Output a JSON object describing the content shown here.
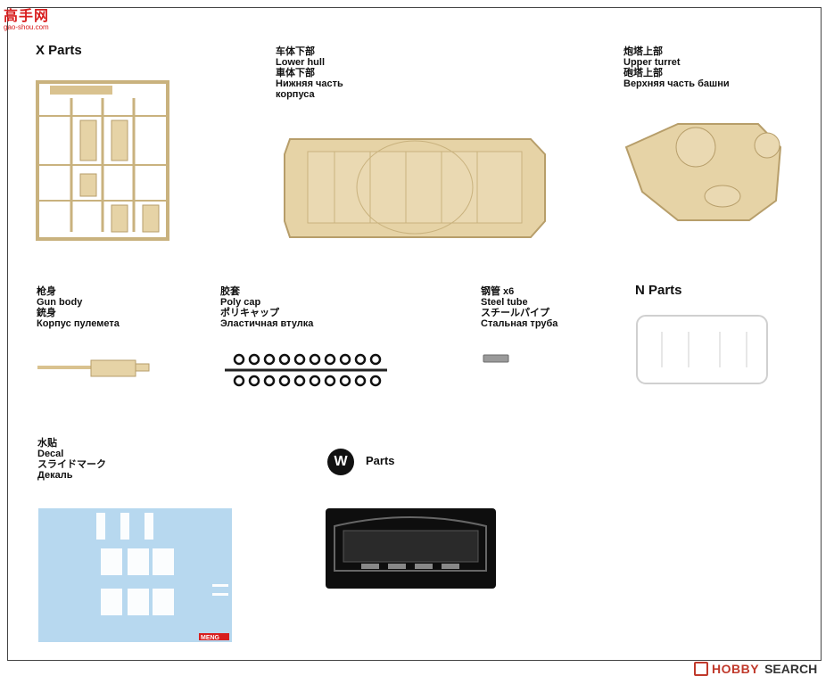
{
  "watermark": {
    "site": "高手网",
    "url": "gao-shou.com"
  },
  "x_parts": {
    "label": "X  Parts"
  },
  "lower_hull": {
    "zh": "车体下部",
    "en": "Lower hull",
    "ja": "車体下部",
    "ru1": "Нижняя часть",
    "ru2": "корпуса"
  },
  "upper_turret": {
    "zh": "炮塔上部",
    "en": "Upper turret",
    "ja": "砲塔上部",
    "ru": "Верхняя часть башни"
  },
  "gun_body": {
    "zh": "枪身",
    "en": "Gun body",
    "ja": "銃身",
    "ru": "Корпус пулемета"
  },
  "poly_cap": {
    "zh": "胶套",
    "en": "Poly cap",
    "ja": "ポリキャップ",
    "ru": "Эластичная втулка"
  },
  "steel_tube": {
    "zh": "钢管  x6",
    "en": "Steel tube",
    "ja": "スチールパイプ",
    "ru": "Стальная труба"
  },
  "n_parts": {
    "label": "N  Parts"
  },
  "decal": {
    "zh": "水贴",
    "en": "Decal",
    "ja": "スライドマーク",
    "ru": "Декаль",
    "sheet_logo": "MENG"
  },
  "w_parts": {
    "badge": "W",
    "label": "Parts"
  },
  "footer": {
    "brand": "HOBBY",
    "search": "SEARCH"
  },
  "colors": {
    "sprue": "#e6d3a6",
    "sprue_dark": "#c9b27e",
    "pe": "#0e0e0e",
    "decal_bg": "#b7d8ef"
  }
}
